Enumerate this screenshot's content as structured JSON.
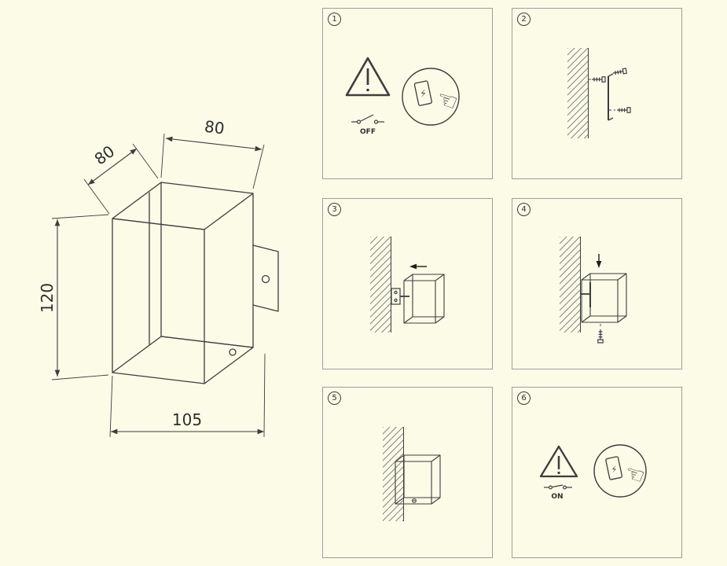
{
  "colors": {
    "background": "#fbfbe8",
    "line": "#3d3d3d",
    "box_border": "#9e9e9e"
  },
  "drawing": {
    "dimensions": {
      "width": "80",
      "depth": "80",
      "height": "120",
      "length": "105"
    }
  },
  "steps": [
    {
      "number": "1",
      "label_switch": "OFF"
    },
    {
      "number": "2"
    },
    {
      "number": "3"
    },
    {
      "number": "4"
    },
    {
      "number": "5"
    },
    {
      "number": "6",
      "label_switch": "ON"
    }
  ],
  "icons": {
    "pointing_hand": "☜",
    "lightning_bolt": "⚡"
  }
}
